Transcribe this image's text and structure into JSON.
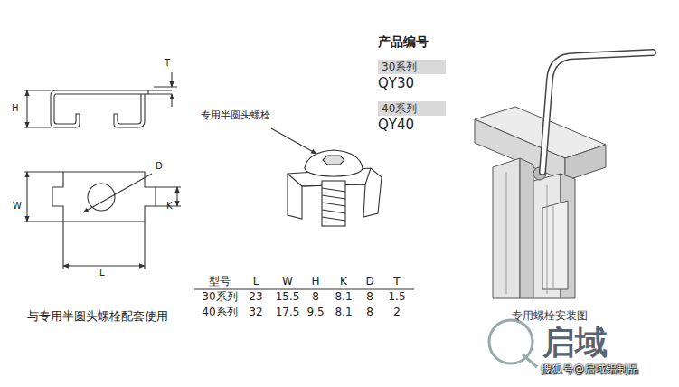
{
  "diagram": {
    "nodes": [
      {
        "text": [
          "30系列"
        ]
      },
      {
        "text": [
          "40系列"
        ]
      }
    ],
    "labels": [
      "产品编号",
      "QY30",
      "QY40",
      "专用半圆头螺栓",
      "T",
      "H",
      "W",
      "D",
      "K",
      "L",
      "型号",
      "L",
      "W",
      "H",
      "K",
      "D",
      "T",
      "30系列",
      "23",
      "15.5",
      "8",
      "8.1",
      "8",
      "1.5",
      "40系列",
      "32",
      "17.5",
      "9.5",
      "8.1",
      "8",
      "2",
      "与专用半圆头螺栓配套使用",
      "专用螺栓安装图",
      "启域",
      "搜狐号@启域铝制品"
    ]
  }
}
